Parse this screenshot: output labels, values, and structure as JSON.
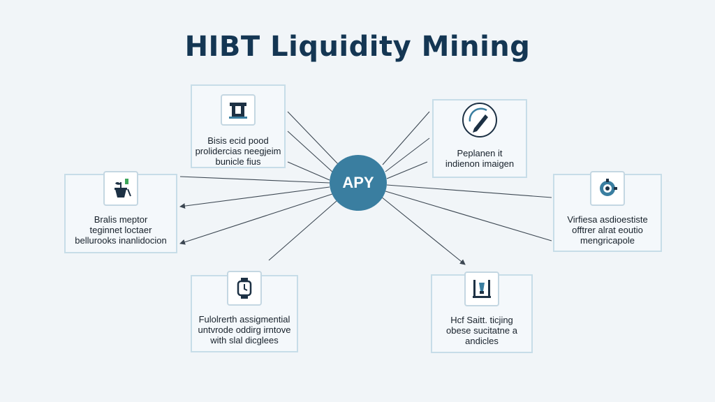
{
  "title": "HIBT Liquidity Mining",
  "hub": {
    "label": "APY"
  },
  "colors": {
    "title": "#143653",
    "hub": "#3a7ea0",
    "card_border": "#c7dde8",
    "line": "#3c4752"
  },
  "cards": [
    {
      "id": "top-left",
      "icon": "bridge-icon",
      "lines": [
        "Bisis ecid pood",
        "prolidercias neegjeim",
        "bunicle fius"
      ]
    },
    {
      "id": "top-right",
      "icon": "pen-circle-icon",
      "lines": [
        "Peplanen it",
        "indienon imaigen"
      ]
    },
    {
      "id": "mid-left",
      "icon": "plant-pot-icon",
      "lines": [
        "Bralis meptor",
        "teginnet loctaer",
        "bellurooks inanlidocion"
      ]
    },
    {
      "id": "mid-right",
      "icon": "gear-badge-icon",
      "lines": [
        "Virfiesa asdioestiste",
        "offtrer alrat eoutio",
        "mengricapole"
      ]
    },
    {
      "id": "bottom-left",
      "icon": "watch-icon",
      "lines": [
        "Fulolrerth assigmential",
        "untvrode oddirg irntove",
        "with slal dicglees"
      ]
    },
    {
      "id": "bottom-right",
      "icon": "lab-stand-icon",
      "lines": [
        "Hcf Saitt. ticjing",
        "obese sucitatne a",
        "andicles"
      ]
    }
  ]
}
